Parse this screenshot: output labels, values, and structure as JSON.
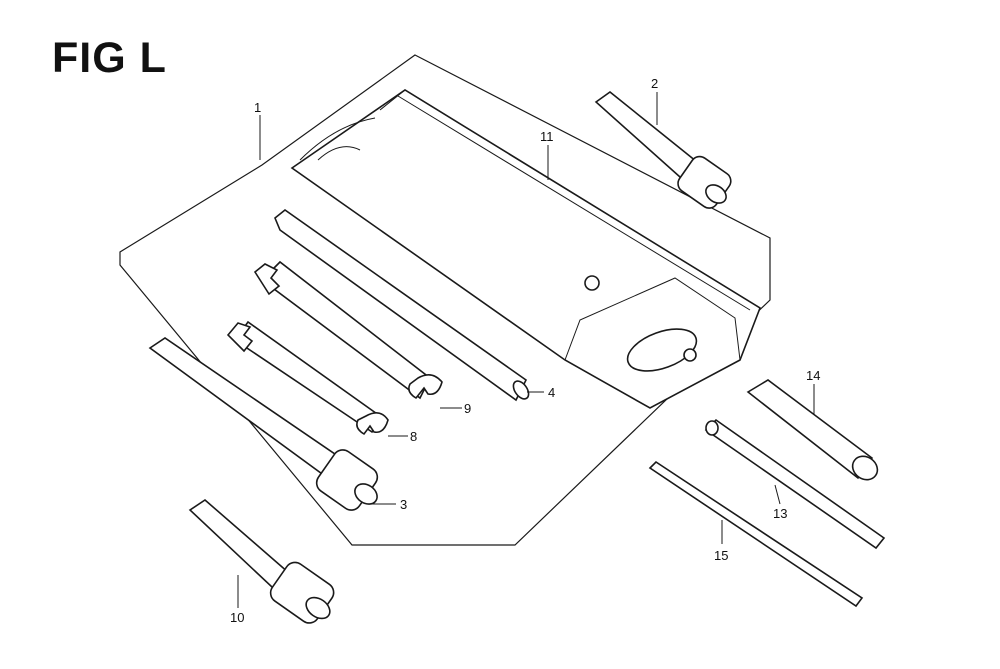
{
  "figure": {
    "title": "FIG L"
  },
  "callouts": {
    "c1": "1",
    "c2": "2",
    "c3": "3",
    "c4": "4",
    "c8": "8",
    "c9": "9",
    "c10": "10",
    "c11": "11",
    "c13": "13",
    "c14": "14",
    "c15": "15"
  }
}
